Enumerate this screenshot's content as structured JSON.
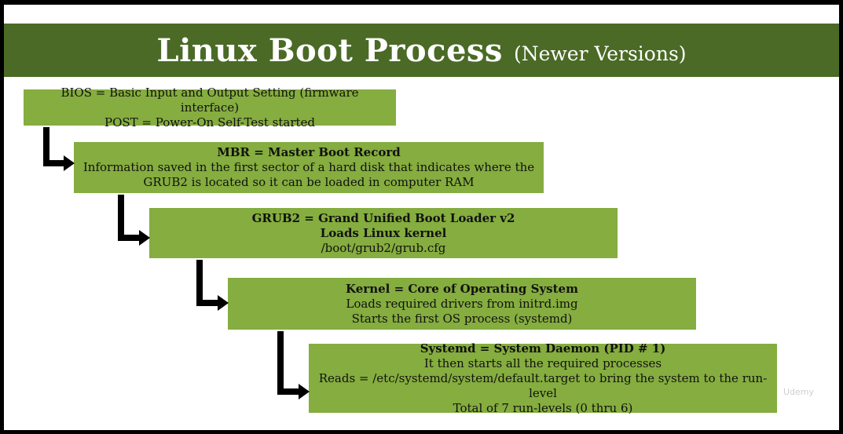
{
  "title": {
    "main": "Linux Boot Process",
    "sub": "(Newer Versions)"
  },
  "steps": [
    {
      "lines": [
        {
          "text": "BIOS = Basic Input and Output Setting (firmware interface)",
          "bold": false
        },
        {
          "text": "POST = Power-On Self-Test started",
          "bold": false
        }
      ]
    },
    {
      "lines": [
        {
          "text": "MBR = Master Boot Record",
          "bold": true
        },
        {
          "text": "Information saved in the first sector of a hard disk that indicates where the",
          "bold": false
        },
        {
          "text": "GRUB2 is located so it can be loaded in computer RAM",
          "bold": false
        }
      ]
    },
    {
      "lines": [
        {
          "text": "GRUB2 = Grand Unified Boot Loader v2",
          "bold": true
        },
        {
          "text": "Loads Linux kernel",
          "bold": true
        },
        {
          "text": "/boot/grub2/grub.cfg",
          "bold": false
        }
      ]
    },
    {
      "lines": [
        {
          "text": "Kernel = Core of Operating System",
          "bold": true
        },
        {
          "text": "Loads required drivers from initrd.img",
          "bold": false
        },
        {
          "text": "Starts the first OS process (systemd)",
          "bold": false
        }
      ]
    },
    {
      "lines": [
        {
          "text": "Systemd = System Daemon (PID # 1)",
          "bold": true
        },
        {
          "text": "It then starts all the required processes",
          "bold": false
        },
        {
          "text": "Reads = /etc/systemd/system/default.target to bring the system to the run-level",
          "bold": false
        },
        {
          "text": "Total of 7 run-levels (0 thru 6)",
          "bold": false
        }
      ]
    }
  ],
  "watermark": "Udemy",
  "colors": {
    "banner": "#4a6a26",
    "box": "#85ad3f",
    "arrow": "#000000"
  }
}
